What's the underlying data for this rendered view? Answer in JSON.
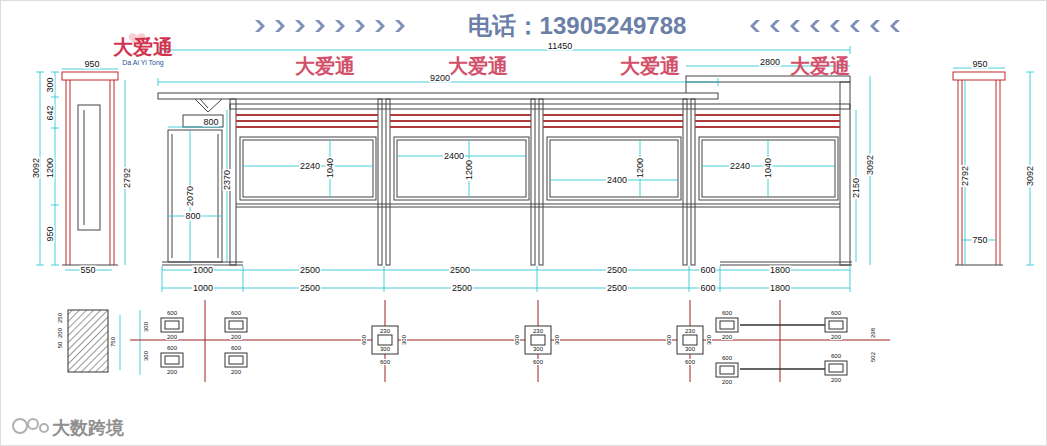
{
  "diagram": {
    "labels": [
      "电话：13905249788",
      "大爱通",
      "Da Ai Yi Tong",
      "大爱通",
      "大爱通",
      "大爱通",
      "大爱通",
      "11450",
      "9200",
      "2800",
      "950",
      "300",
      "642",
      "1200",
      "950",
      "3092",
      "2792",
      "550",
      "800",
      "2070",
      "800",
      "2370",
      "2240",
      "1040",
      "2400",
      "1200",
      "2400",
      "1200",
      "2240",
      "1040",
      "2150",
      "3092",
      "1000",
      "2500",
      "2500",
      "2500",
      "600",
      "1800",
      "1000",
      "2500",
      "2500",
      "2500",
      "600",
      "1800",
      "950",
      "2792",
      "3092",
      "750",
      "250",
      "200",
      "50",
      "750",
      "300",
      "300",
      "600",
      "200",
      "600",
      "200",
      "600",
      "200",
      "600",
      "200",
      "230",
      "300",
      "600",
      "600",
      "300",
      "230",
      "300",
      "600",
      "600",
      "300",
      "230",
      "300",
      "600",
      "600",
      "300",
      "600",
      "200",
      "600",
      "200",
      "600",
      "200",
      "600",
      "200",
      "298",
      "502",
      "大数跨境"
    ]
  }
}
